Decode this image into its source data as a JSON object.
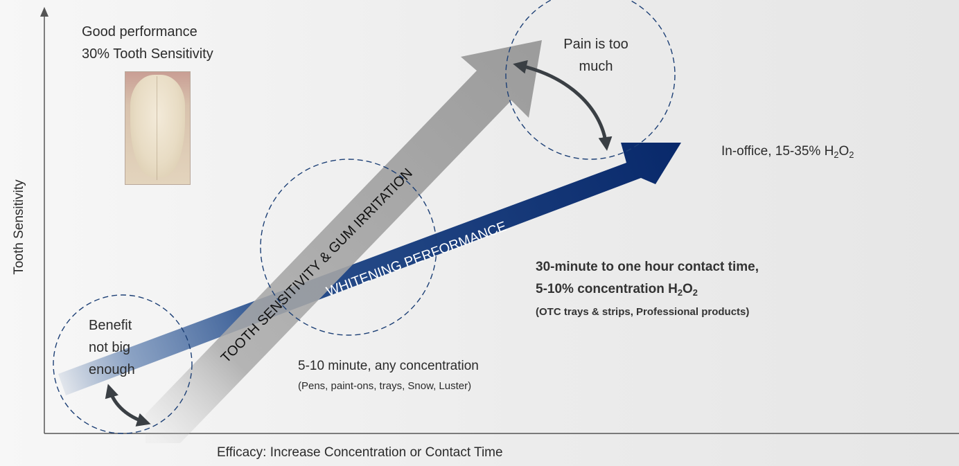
{
  "axes": {
    "y_label": "Tooth Sensitivity",
    "x_label": "Efficacy: Increase Concentration or Contact Time"
  },
  "arrows": {
    "sensitivity_label": "TOOTH SENSITIVITY & GUM IRRITATION",
    "whitening_label": "WHITENING PERFORMANCE"
  },
  "good_performance": {
    "line1": "Good performance",
    "line2": "30% Tooth Sensitivity"
  },
  "pain_callout": {
    "line1": "Pain is too",
    "line2": "much"
  },
  "benefit_callout": {
    "line1": "Benefit",
    "line2": "not big",
    "line3": "enough"
  },
  "in_office": {
    "prefix": "In-office, 15-35% H",
    "sub1": "2",
    "mid": "O",
    "sub2": "2"
  },
  "mid_regimen": {
    "line1": "30-minute to one hour contact time,",
    "line2_prefix": "5-10% concentration H",
    "sub1": "2",
    "line2_mid": "O",
    "sub2": "2",
    "line3": "(OTC trays & strips, Professional products)"
  },
  "low_regimen": {
    "line1": "5-10 minute, any concentration",
    "line2": "(Pens, paint-ons, trays, Snow, Luster)"
  },
  "colors": {
    "navy_arrow": "#0f2e6b",
    "gray_arrow": "#9a9a9a",
    "circle_stroke": "#1c3f75",
    "double_arrow": "#3a3f44",
    "axis": "#555555"
  }
}
